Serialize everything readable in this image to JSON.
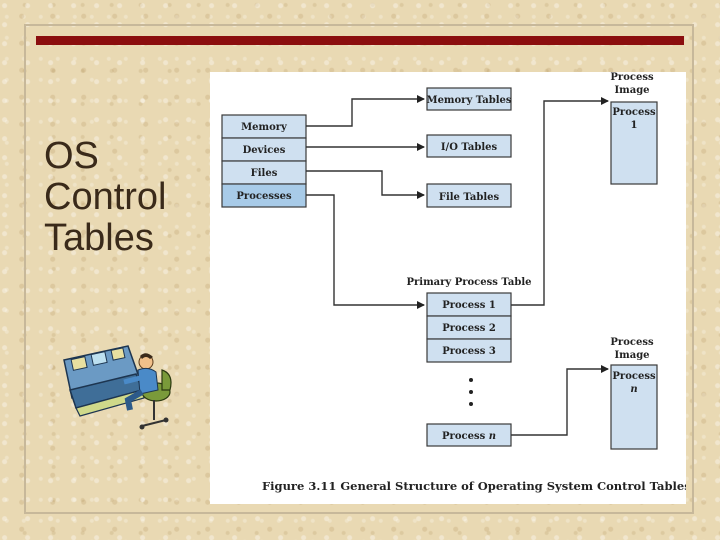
{
  "slide": {
    "title_lines": [
      "OS",
      "Control",
      "Tables"
    ]
  },
  "colors": {
    "accent_bar": "#8b0e0e",
    "box_fill": "#cfe0f0",
    "box_fill_dark": "#a8cbe8"
  },
  "diagram": {
    "left_table": [
      "Memory",
      "Devices",
      "Files",
      "Processes"
    ],
    "tables": {
      "memory": "Memory Tables",
      "io": "I/O Tables",
      "file": "File Tables"
    },
    "primary_process_table": {
      "title": "Primary Process Table",
      "rows": [
        "Process 1",
        "Process 2",
        "Process 3"
      ],
      "last_row_prefix": "Process",
      "last_row_var": "n"
    },
    "process_image_top": {
      "header": [
        "Process",
        "Image"
      ],
      "label": [
        "Process",
        "1"
      ]
    },
    "process_image_bottom": {
      "header": [
        "Process",
        "Image"
      ],
      "label_prefix": "Process",
      "label_var": "n"
    },
    "caption_num": "Figure 3.11",
    "caption_text": "General Structure of Operating System Control Tables"
  }
}
